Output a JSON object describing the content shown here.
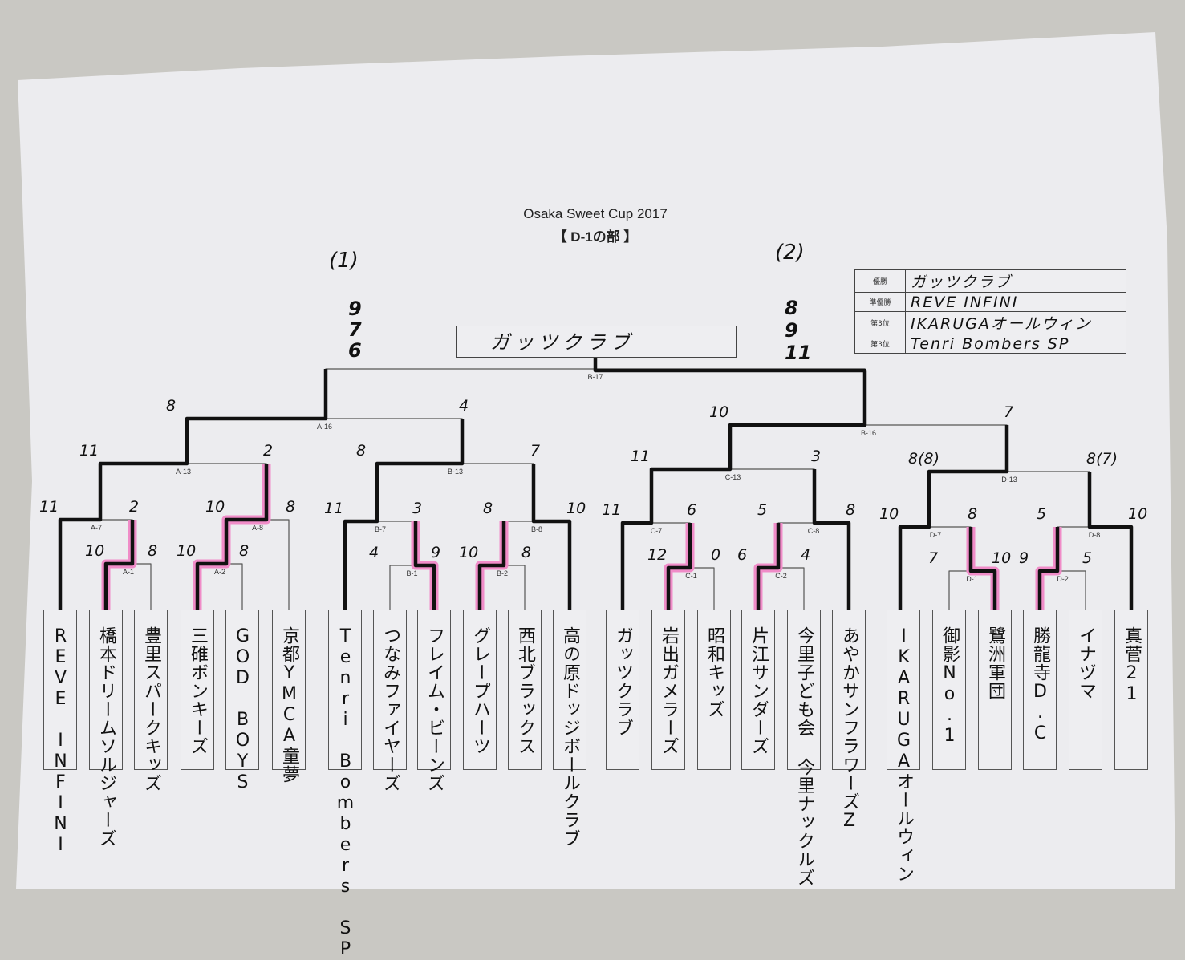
{
  "header": {
    "title": "Osaka Sweet Cup 2017",
    "division": "【 D-1の部 】"
  },
  "blocks": {
    "left": "(1)",
    "right": "(2)"
  },
  "final_scores": {
    "left": [
      "9",
      "7",
      "6"
    ],
    "right": [
      "8",
      "9",
      "11"
    ]
  },
  "champion_box": "ガッツクラブ",
  "results": [
    {
      "label": "優勝",
      "value": "ガッツクラブ"
    },
    {
      "label": "準優勝",
      "value": "REVE INFINI"
    },
    {
      "label": "第3位",
      "value": "IKARUGAオールウィン"
    },
    {
      "label": "第3位",
      "value": "Tenri Bombers SP"
    }
  ],
  "teams": [
    "REVE INFINI",
    "橋本ドリームソルジャーズ",
    "豊里スパークキッズ",
    "三碓ボンキーズ",
    "GOD BOYS",
    "京都YMCA童夢",
    "Tenri Bombers SP",
    "つなみファイヤーズ",
    "フレイム・ビーンズ",
    "グレープハーツ",
    "西北ブラックス",
    "高の原ドッジボールクラブ",
    "ガッツクラブ",
    "岩出ガメラーズ",
    "昭和キッズ",
    "片江サンダーズ",
    "今里子ども会 今里ナックルズ",
    "あやかサンフラワーズZ",
    "IKARUGAオールウィン",
    "御影No.1",
    "鷺洲軍団",
    "勝龍寺D.C",
    "イナヅマ",
    "真菅21"
  ],
  "matches": [
    {
      "id": "A-1",
      "scores": [
        "10",
        "8"
      ]
    },
    {
      "id": "A-2",
      "scores": [
        "10",
        "8"
      ]
    },
    {
      "id": "A-7",
      "scores": [
        "11",
        "2"
      ]
    },
    {
      "id": "A-8",
      "scores": [
        "10",
        "8"
      ]
    },
    {
      "id": "A-13",
      "scores": [
        "11",
        "2"
      ]
    },
    {
      "id": "A-16",
      "scores": [
        "8",
        "4"
      ]
    },
    {
      "id": "B-1",
      "scores": [
        "4",
        "9"
      ]
    },
    {
      "id": "B-2",
      "scores": [
        "10",
        "8"
      ]
    },
    {
      "id": "B-7",
      "scores": [
        "11",
        "3"
      ]
    },
    {
      "id": "B-8",
      "scores": [
        "8",
        "10"
      ]
    },
    {
      "id": "B-13",
      "scores": [
        "8",
        "7"
      ]
    },
    {
      "id": "C-1",
      "scores": [
        "12",
        "0"
      ]
    },
    {
      "id": "C-2",
      "scores": [
        "6",
        "4"
      ]
    },
    {
      "id": "C-7",
      "scores": [
        "11",
        "6"
      ]
    },
    {
      "id": "C-8",
      "scores": [
        "5",
        "8"
      ]
    },
    {
      "id": "C-13",
      "scores": [
        "11",
        "3"
      ]
    },
    {
      "id": "D-1",
      "scores": [
        "7",
        "10"
      ]
    },
    {
      "id": "D-2",
      "scores": [
        "9",
        "5"
      ]
    },
    {
      "id": "D-7",
      "scores": [
        "10",
        "8"
      ]
    },
    {
      "id": "D-8",
      "scores": [
        "5",
        "10"
      ]
    },
    {
      "id": "D-13",
      "scores": [
        "8(8)",
        "8(7)"
      ]
    },
    {
      "id": "B-16",
      "scores": [
        "10",
        "7"
      ]
    },
    {
      "id": "B-17",
      "scores": [
        "",
        ""
      ]
    }
  ],
  "colors": {
    "paper": "#ececef",
    "ink": "#111111",
    "highlight": "#f08cc8",
    "background": "#c9c8c3"
  }
}
